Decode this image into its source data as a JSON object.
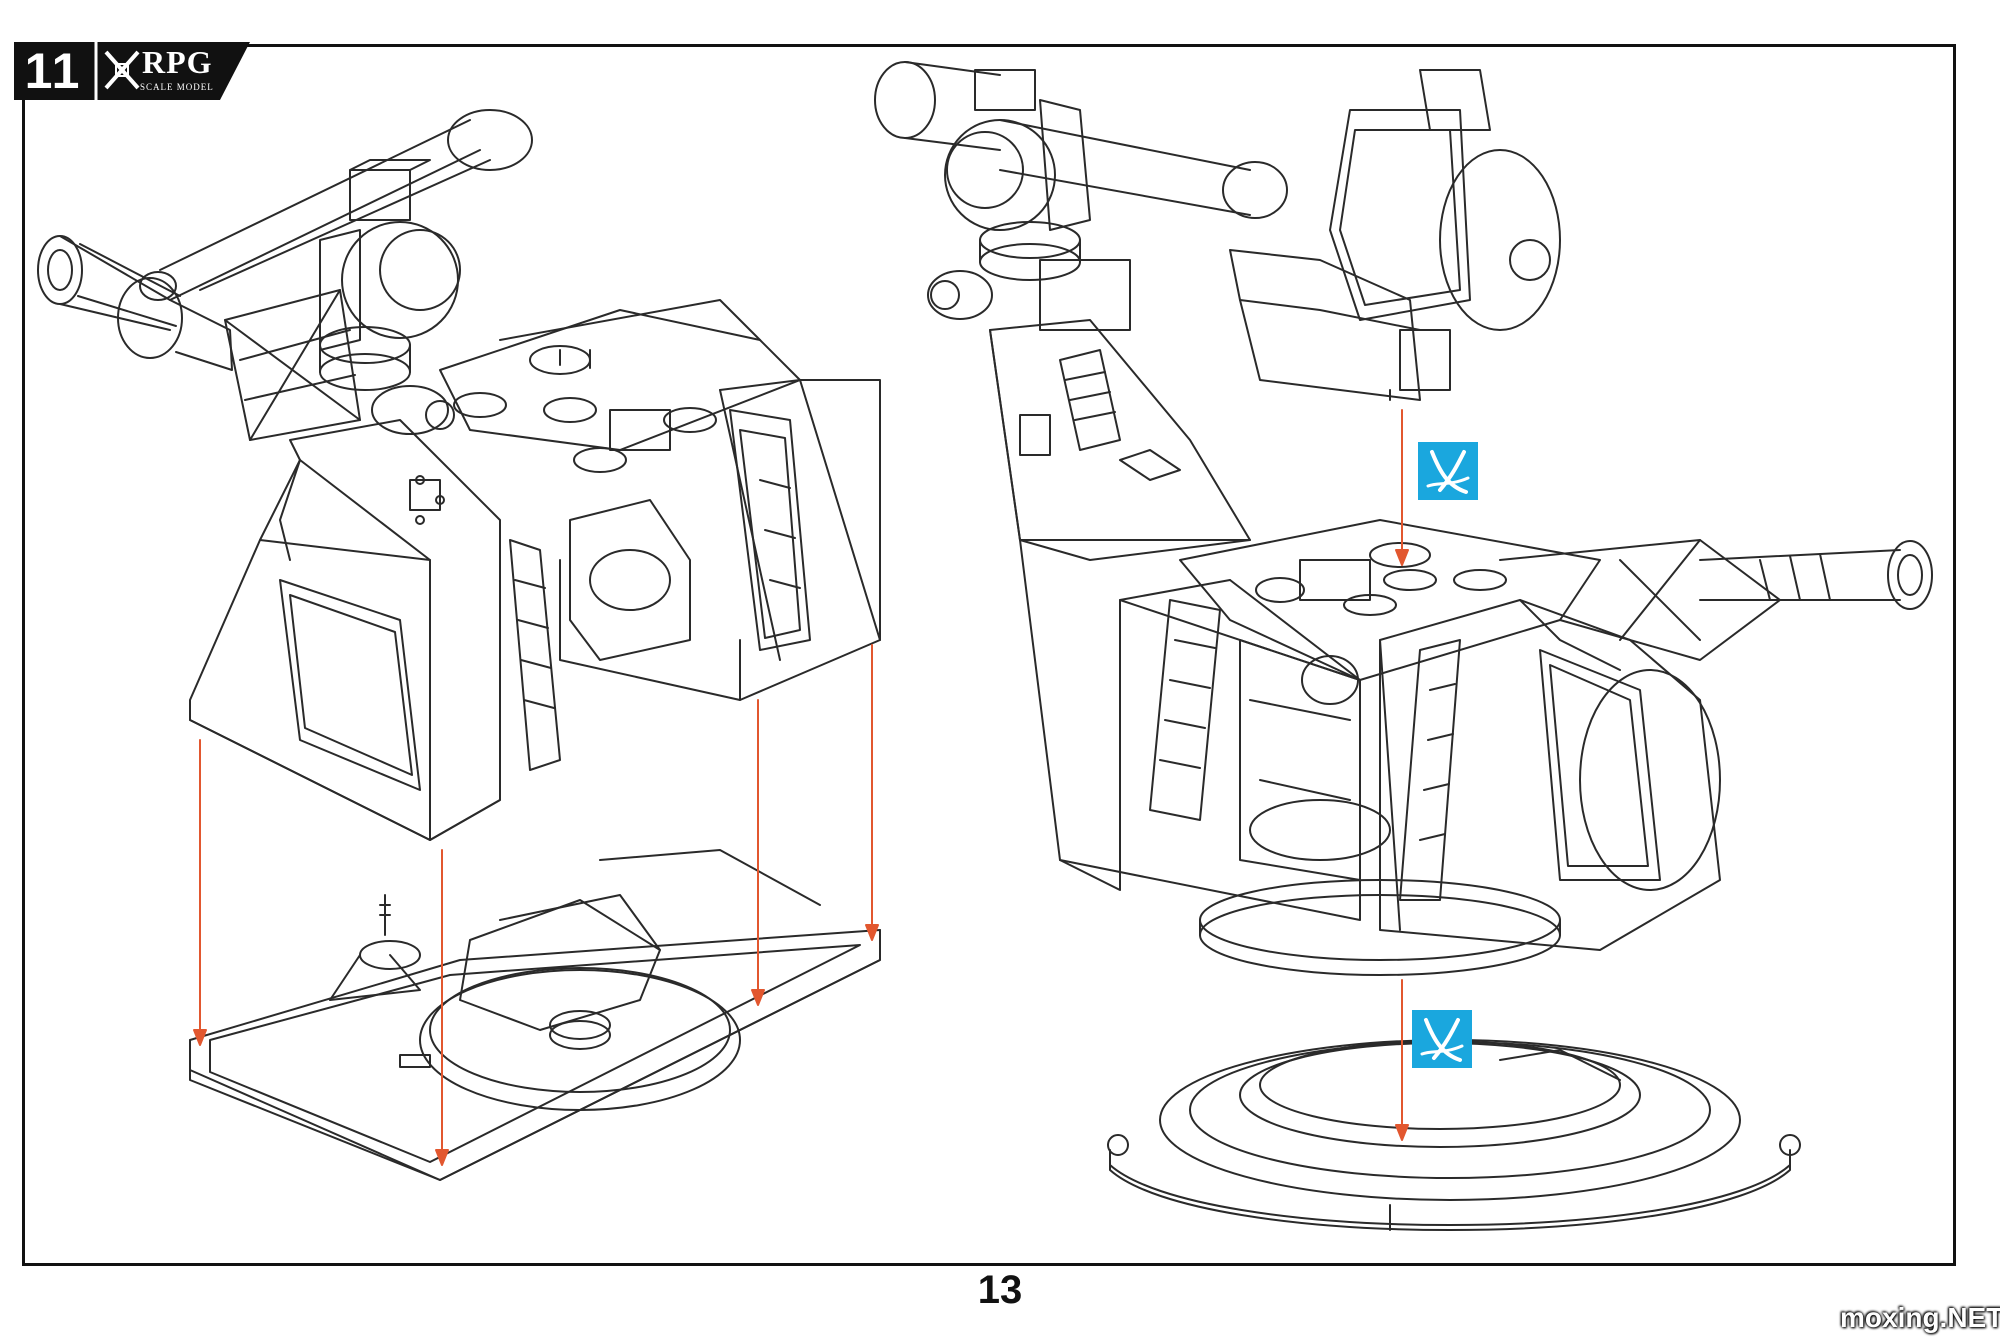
{
  "step": {
    "number": "11",
    "brand": "RPG",
    "brand_sub": "SCALE MODEL"
  },
  "page_number": "13",
  "watermark": "moxing.NET",
  "colors": {
    "arrow": "#e2572f",
    "glue_badge": "#1aa7de",
    "line": "#2a2a2a"
  },
  "icons": {
    "glue": "cement-glue-icon",
    "crest": "crossed-weapons-icon"
  }
}
